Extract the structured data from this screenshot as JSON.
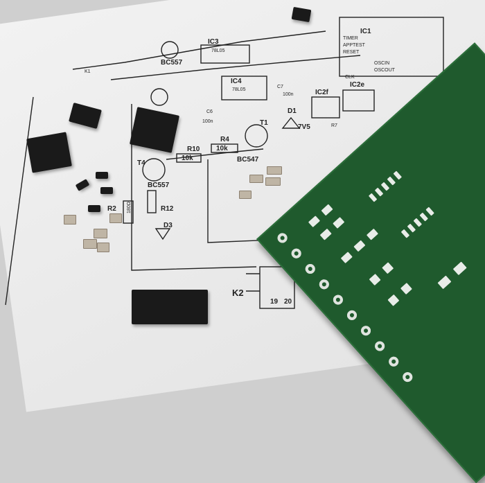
{
  "schematic_labels": {
    "ic1": "IC1",
    "timer": "TIMER",
    "apptest": "APPTEST",
    "reset": "RESET",
    "oscin": "OSCIN",
    "oscout": "OSCOUT",
    "ic3": "IC3",
    "ic3_type": "78L05",
    "ic4": "IC4",
    "ic4_type": "78L05",
    "ic2f": "IC2f",
    "ic2e": "IC2e",
    "clk": "CLK",
    "r7": "R7",
    "c6": "C6",
    "c6_val": "100n",
    "c7": "C7",
    "c7_val": "100n",
    "t1": "T1",
    "t1_type": "BC547",
    "t4": "T4",
    "t4_type": "BC557",
    "t_top_type": "BC557",
    "d1": "D1",
    "d1_val": "7V5",
    "d3": "D3",
    "r10": "R10",
    "r10_val": "10k",
    "r4": "R4",
    "r4_val": "10k",
    "r12": "R12",
    "r2": "R2",
    "r2_val": "180Ω",
    "k2": "K2",
    "pin19": "19",
    "pin20": "20",
    "k1": "K1"
  },
  "colors": {
    "paper": "#ececec",
    "pcb": "#1f5a2d",
    "ink": "#222222"
  }
}
